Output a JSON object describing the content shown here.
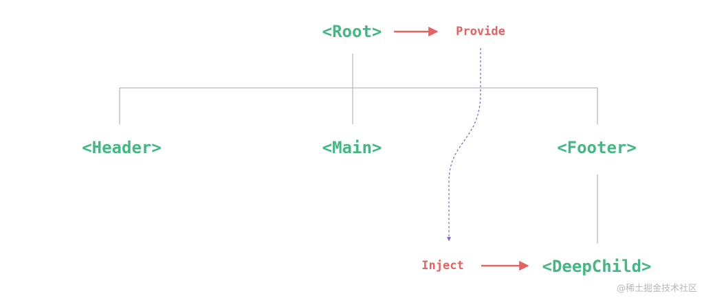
{
  "colors": {
    "node_text": "#42b883",
    "label_text": "#e8605f",
    "arrow": "#e8605f",
    "tree_line": "#b9b9b9",
    "dashed_line": "#7a5fc0",
    "watermark": "#b8b8b8"
  },
  "nodes": {
    "root": "<Root>",
    "header": "<Header>",
    "main": "<Main>",
    "footer": "<Footer>",
    "deep_child": "<DeepChild>"
  },
  "labels": {
    "provide": "Provide",
    "inject": "Inject"
  },
  "watermark": "@稀土掘金技术社区"
}
